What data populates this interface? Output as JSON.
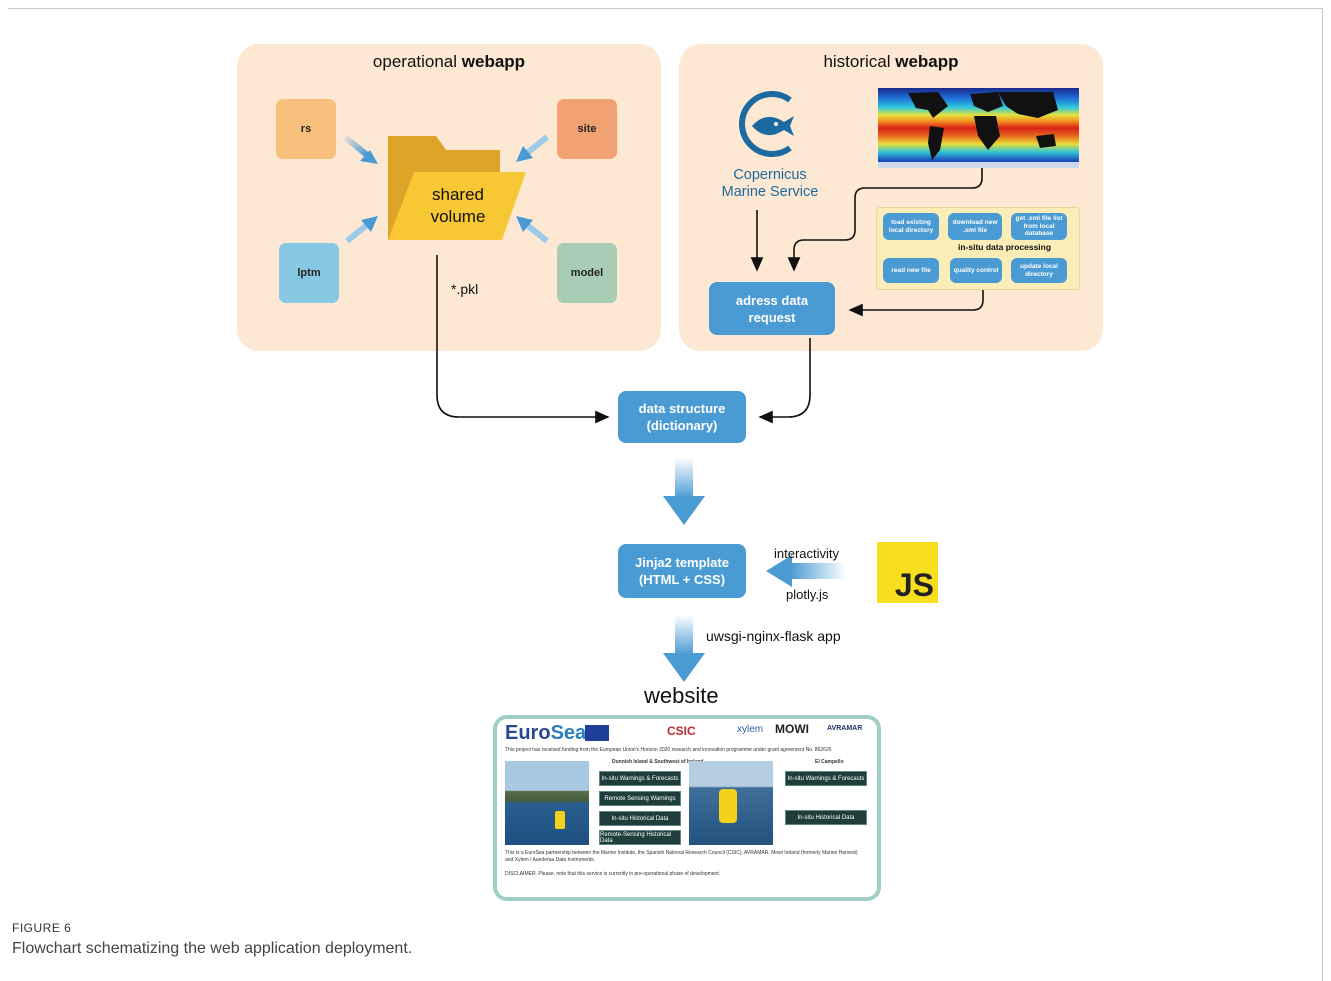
{
  "operational": {
    "title_prefix": "operational ",
    "title_bold": "webapp"
  },
  "historical": {
    "title_prefix": "historical ",
    "title_bold": "webapp"
  },
  "sources": {
    "rs": "rs",
    "site": "site",
    "lptm": "lptm",
    "model": "model"
  },
  "shared_volume": {
    "line1": "shared",
    "line2": "volume"
  },
  "pkl_label": "*.pkl",
  "copernicus": {
    "line1": "Copernicus",
    "line2": "Marine Service"
  },
  "insitu": {
    "title": "in-situ data processing",
    "steps": {
      "load_existing": "load existing local directory",
      "download_new": "download new .xml file",
      "get_xml": "get .xml file list from local database",
      "read_new": "read new file",
      "quality": "quality control",
      "update_local": "update local directory"
    }
  },
  "boxes": {
    "address_request": "adress data request",
    "data_structure": "data structure (dictionary)",
    "jinja_template": "Jinja2 template (HTML + CSS)"
  },
  "labels": {
    "interactivity": "interactivity",
    "plotly": "plotly.js",
    "uwsgi": "uwsgi-nginx-flask app",
    "website": "website",
    "js": "JS"
  },
  "website_preview": {
    "logo_euro": "Euro",
    "logo_sea": "Sea",
    "partner_csic": "CSIC",
    "partner_xylem": "xylem",
    "partner_mowi": "MOWI",
    "partner_avramar": "AVRAMAR",
    "funding_text": "This project has received funding from the European Union's Horizon 2020 research and innovation programme under grant agreement No. 862626",
    "site1_title": "Dunnish Island & Southwest of Ireland",
    "site2_title": "El Campello",
    "buttons_left": [
      "In-situ Warnings & Forecasts",
      "Remote Sensing Warnings",
      "In-situ Historical Data",
      "Remote-Sensing Historical Data"
    ],
    "buttons_right": [
      "In-situ Warnings & Forecasts",
      "In-situ Historical Data"
    ],
    "footer_text": "This is a EuroSea partnership between the Marine Institute, the Spanish National Research Council (CSIC), AVRAMAR, Mowi Ireland (formerly Marine Harvest) and Xylem / Aanderaa Data Instruments.",
    "disclaimer": "DISCLAIMER. Please, note that this service is currently in pre-operational phase of development."
  },
  "caption": {
    "figure": "FIGURE 6",
    "text": "Flowchart schematizing the web application deployment."
  },
  "colors": {
    "panel": "#fde9d3",
    "blue": "#4a9ad3",
    "folder": "#f7c531",
    "insitu_bg": "#faedb7",
    "js": "#f7df1e"
  }
}
